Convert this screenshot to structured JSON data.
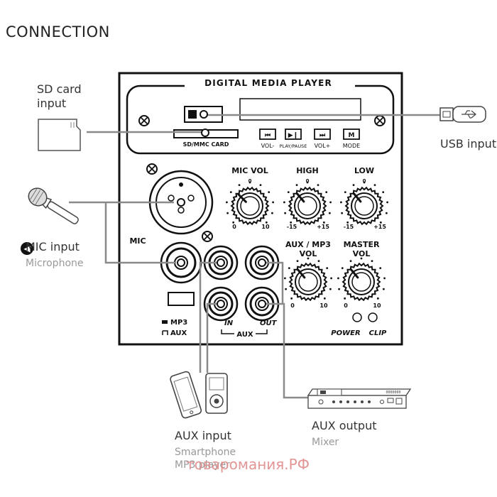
{
  "heading": "CONNECTION",
  "panel": {
    "title": "DIGITAL MEDIA PLAYER",
    "sd_slot_label": "SD/MMC CARD",
    "buttons": [
      {
        "symbol": "⏮",
        "label": "VOL-"
      },
      {
        "symbol": "▶❙",
        "label": "PLAY/PAUSE"
      },
      {
        "symbol": "⏭",
        "label": "VOL+"
      },
      {
        "symbol": "M",
        "label": "MODE"
      }
    ],
    "mic_label": "MIC",
    "knobs_top": [
      {
        "title": "MIC VOL",
        "min": "0",
        "max": "10"
      },
      {
        "title": "HIGH",
        "min": "-15",
        "max": "+15"
      },
      {
        "title": "LOW",
        "min": "-15",
        "max": "+15"
      }
    ],
    "knobs_bottom": [
      {
        "title_line1": "AUX / MP3",
        "title_line2": "VOL",
        "min": "0",
        "max": "10"
      },
      {
        "title_line1": "MASTER",
        "title_line2": "VOL",
        "min": "0",
        "max": "10"
      }
    ],
    "switch_labels": [
      "MP3",
      "AUX"
    ],
    "aux_in": "IN",
    "aux_out": "OUT",
    "aux_group": "AUX",
    "led_power": "POWER",
    "led_clip": "CLIP"
  },
  "callouts": {
    "sd": {
      "line1": "SD card",
      "line2": "input"
    },
    "usb": "USB input",
    "mic": {
      "title": "MIC input",
      "sub": "Microphone"
    },
    "aux_in": {
      "title": "AUX input",
      "sub1": "Smartphone",
      "sub2": "MP3 player"
    },
    "aux_out": {
      "title": "AUX output",
      "sub": "Mixer"
    }
  },
  "mixer_label": "0000000",
  "watermark": "товаромания.РФ",
  "icons": [
    "sd-card-icon",
    "usb-stick-icon",
    "microphone-icon",
    "smartphone-icon",
    "mp3-player-icon",
    "mixer-icon",
    "previous-icon",
    "play-pause-icon",
    "next-icon",
    "mode-icon"
  ]
}
